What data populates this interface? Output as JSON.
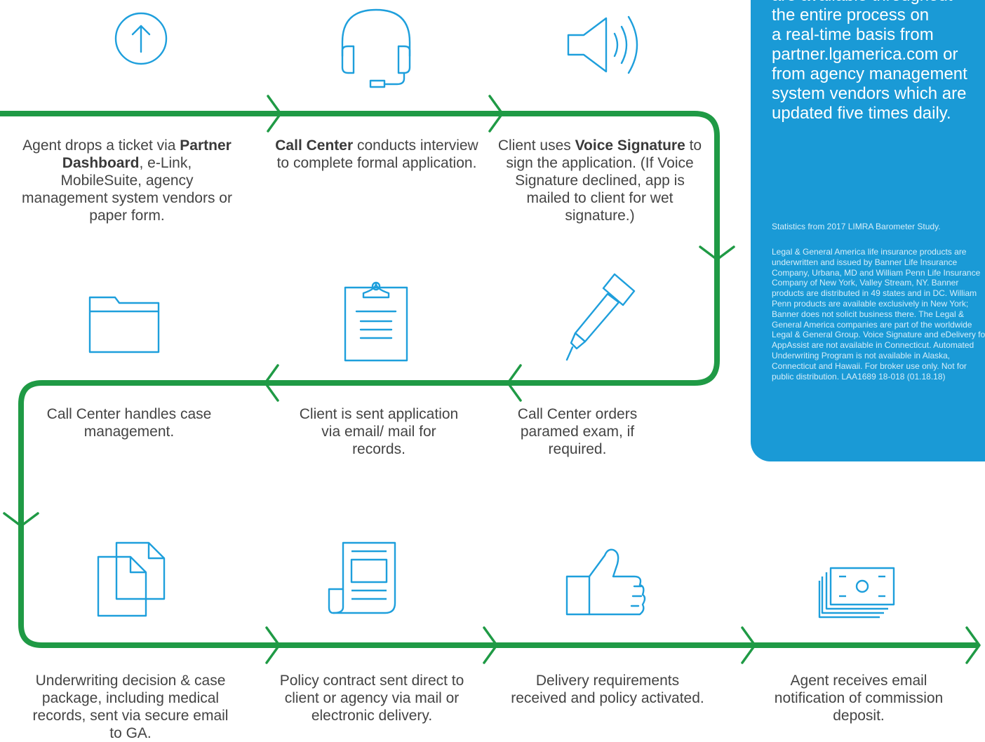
{
  "panel": {
    "headline_lines": [
      "are available throughout",
      "the entire process on",
      "a real-time basis from",
      "partner.lgamerica.com or",
      "from agency management",
      "system vendors which are",
      "updated five times daily."
    ],
    "statistics_note": "Statistics from 2017 LIMRA Barometer Study.",
    "legal_text": "Legal & General America life insurance products are underwritten and issued by Banner Life Insurance Company, Urbana, MD and William Penn Life Insurance Company of New York, Valley Stream, NY. Banner products are distributed in 49 states and in DC. William Penn products are available exclusively in New York; Banner does not solicit business there. The Legal & General America companies are part of the worldwide Legal & General Group. Voice Signature and eDelivery for AppAssist are not available in Connecticut. Automated Underwriting Program is not available in Alaska, Connecticut and Hawaii. For broker use only. Not for public distribution. LAA1689 18-018 (01.18.18)"
  },
  "steps": [
    {
      "id": "drop-ticket",
      "icon": "upload-arrow-icon",
      "segments": [
        {
          "text": "Agent drops a ticket via ",
          "bold": false
        },
        {
          "text": "Partner Dashboard",
          "bold": true
        },
        {
          "text": ", e-Link, MobileSuite, agency management system vendors or paper form.",
          "bold": false
        }
      ]
    },
    {
      "id": "call-center-interview",
      "icon": "headset-icon",
      "segments": [
        {
          "text": "Call Center",
          "bold": true
        },
        {
          "text": " conducts interview to complete formal application.",
          "bold": false
        }
      ]
    },
    {
      "id": "voice-signature",
      "icon": "speaker-icon",
      "segments": [
        {
          "text": "Client uses ",
          "bold": false
        },
        {
          "text": "Voice Signature",
          "bold": true
        },
        {
          "text": " to sign the application. (If Voice Signature declined, app is mailed to client for wet signature.)",
          "bold": false
        }
      ]
    },
    {
      "id": "paramed-exam",
      "icon": "dropper-icon",
      "segments": [
        {
          "text": "Call Center orders paramed exam, if required.",
          "bold": false
        }
      ]
    },
    {
      "id": "application-sent",
      "icon": "clipboard-icon",
      "segments": [
        {
          "text": "Client is sent application via email/ mail for records.",
          "bold": false
        }
      ]
    },
    {
      "id": "case-management",
      "icon": "folder-icon",
      "segments": [
        {
          "text": "Call Center handles case management.",
          "bold": false
        }
      ]
    },
    {
      "id": "underwriting-decision",
      "icon": "documents-icon",
      "segments": [
        {
          "text": "Underwriting decision & case package, including medical records, sent via secure email to GA.",
          "bold": false
        }
      ]
    },
    {
      "id": "policy-contract",
      "icon": "newspaper-icon",
      "segments": [
        {
          "text": "Policy contract sent direct to client or agency via mail or electronic delivery.",
          "bold": false
        }
      ]
    },
    {
      "id": "policy-activated",
      "icon": "thumbs-up-icon",
      "segments": [
        {
          "text": "Delivery requirements received and policy activated.",
          "bold": false
        }
      ]
    },
    {
      "id": "commission-deposit",
      "icon": "money-stack-icon",
      "segments": [
        {
          "text": "Agent receives email notification of commission deposit.",
          "bold": false
        }
      ]
    }
  ],
  "colors": {
    "flow_line": "#1f9a45",
    "icon_stroke": "#1e9fdc",
    "panel": "#1a9ad6"
  }
}
